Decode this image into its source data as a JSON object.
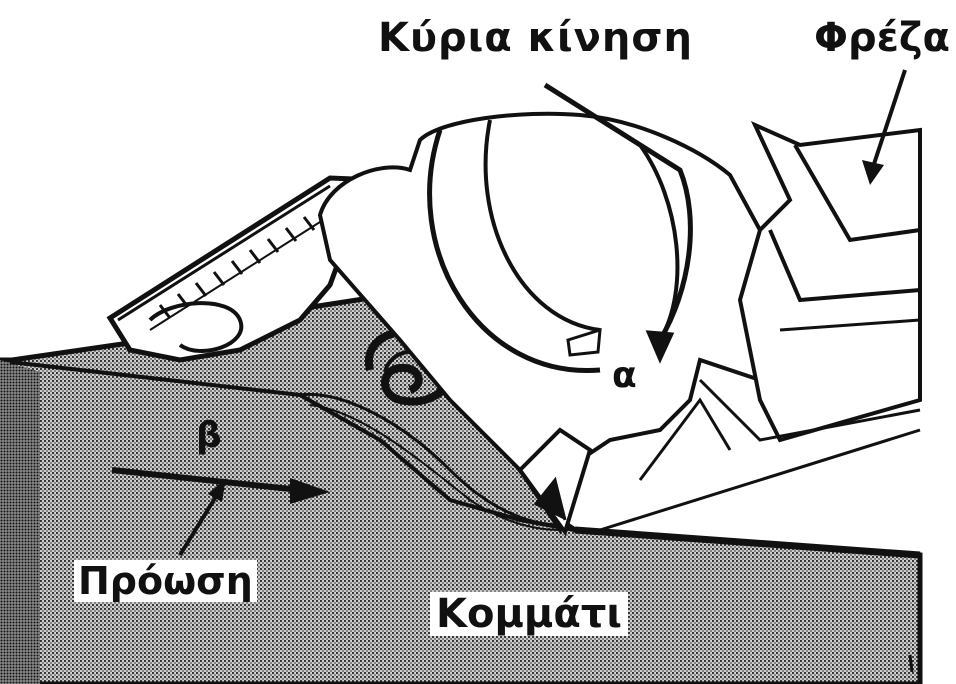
{
  "labels": {
    "main_motion": "Κύρια κίνηση",
    "cutter": "Φρέζα",
    "alpha": "α",
    "beta": "β",
    "feed": "Πρόωση",
    "workpiece": "Κομμάτι"
  },
  "colors": {
    "ink": "#111111",
    "paper": "#ffffff",
    "stipple": "#555555"
  }
}
